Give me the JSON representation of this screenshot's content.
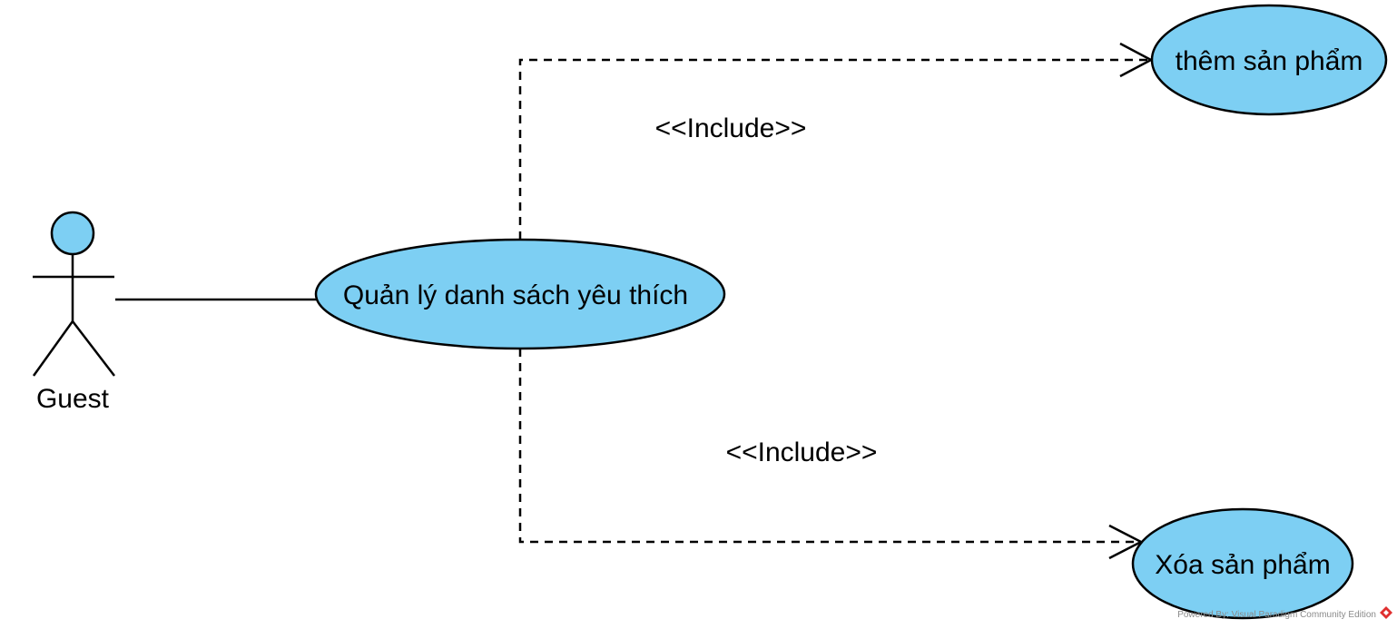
{
  "diagram": {
    "type": "use-case",
    "actor": {
      "name": "Guest"
    },
    "use_cases": {
      "main": {
        "label": "Quản lý danh sách yêu thích"
      },
      "add": {
        "label": "thêm sản phẩm"
      },
      "remove": {
        "label": "Xóa sản phẩm"
      }
    },
    "relationships": {
      "include_add": {
        "label": "<<Include>>",
        "from": "main",
        "to": "add"
      },
      "include_remove": {
        "label": "<<Include>>",
        "from": "main",
        "to": "remove"
      },
      "association": {
        "from": "actor",
        "to": "main"
      }
    },
    "colors": {
      "usecase_fill": "#7dcff3",
      "actor_fill": "#7dcff3",
      "stroke": "#000000",
      "watermark_logo": "#e03030"
    },
    "watermark": {
      "text": "Powered By: Visual Paradigm Community Edition",
      "icon": "visual-paradigm-logo-icon"
    }
  }
}
